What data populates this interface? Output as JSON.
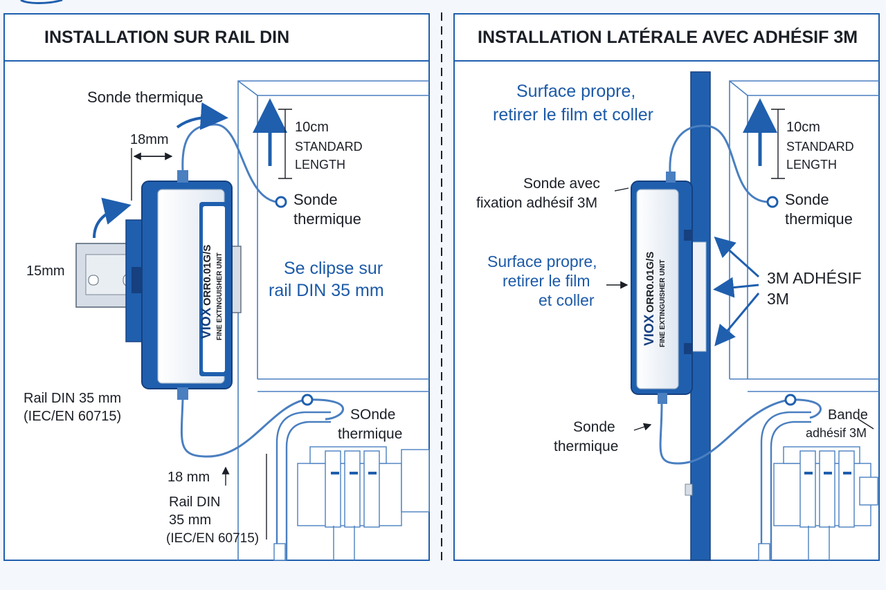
{
  "colors": {
    "blue": "#1f5fae",
    "dark_blue": "#16407f",
    "line": "#4a7fc0",
    "text": "#1b1f26",
    "label_blue": "#1c5aa8"
  },
  "left_panel": {
    "title": "INSTALLATION SUR RAIL DIN",
    "probe_top": "Sonde thermique",
    "dim_18mm_top": "18mm",
    "dim_15mm": "15mm",
    "length_value": "10cm",
    "length_std1": "STANDARD",
    "length_std2": "LENGTH",
    "probe_end_l1": "Sonde",
    "probe_end_l2": "thermique",
    "clip_l1": "Se clipse sur",
    "clip_l2": "rail DIN 35 mm",
    "rail_l1": "Rail DIN 35 mm",
    "rail_l2": "(IEC/EN 60715)",
    "probe_bottom_l1": "SOnde",
    "probe_bottom_l2": "thermique",
    "dim_18mm_bottom": "18 mm",
    "rail2_l1": "Rail DIN",
    "rail2_l2": "35 mm",
    "rail2_l3": "(IEC/EN 60715)"
  },
  "right_panel": {
    "title": "INSTALLATION LATÉRALE AVEC ADHÉSIF 3M",
    "surface_top_l1": "Surface propre,",
    "surface_top_l2": "retirer le film et coller",
    "length_value": "10cm",
    "length_std1": "STANDARD",
    "length_std2": "LENGTH",
    "probe_adh_l1": "Sonde avec",
    "probe_adh_l2": "fixation adhésif 3M",
    "probe_end_l1": "Sonde",
    "probe_end_l2": "thermique",
    "surface_mid_l1": "Surface propre,",
    "surface_mid_l2": "retirer le film",
    "surface_mid_l3": "et coller",
    "adhesive_l1": "3M ADHÉSIF",
    "adhesive_l2": "3M",
    "probe_bottom_l1": "Sonde",
    "probe_bottom_l2": "thermique",
    "band_l1": "Bande",
    "band_l2": "adhésif 3M"
  },
  "device": {
    "brand": "VIOX",
    "model": "ORR0.01G/S",
    "subtitle": "FINE EXTINGUISHER UNIT"
  }
}
